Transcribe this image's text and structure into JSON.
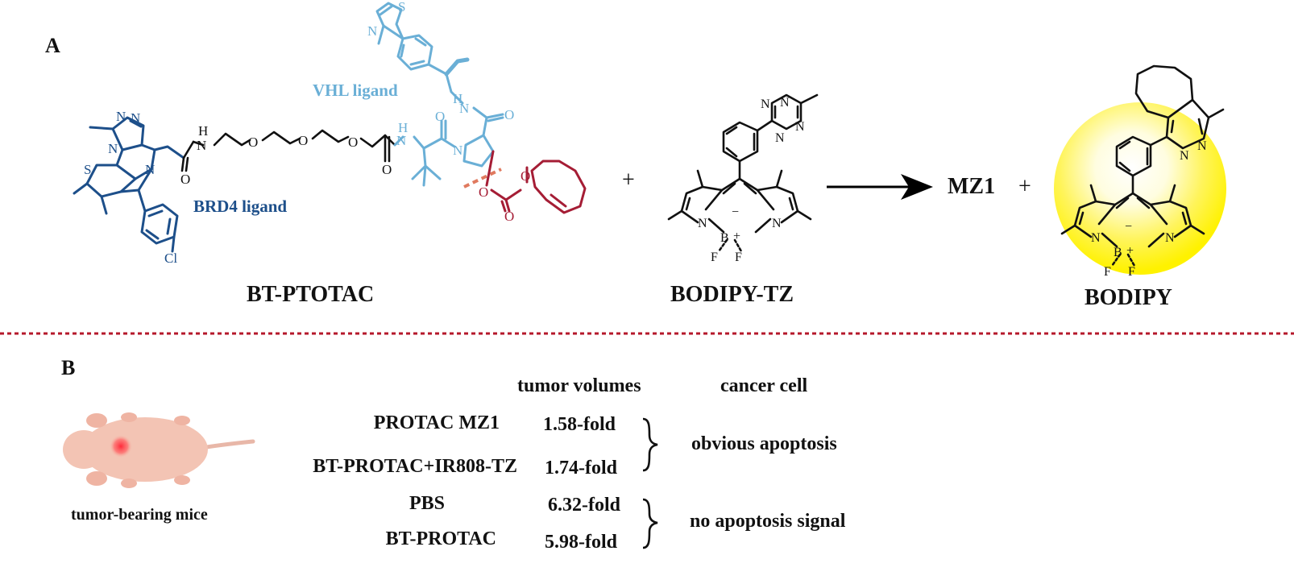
{
  "panel_a": {
    "letter": "A",
    "protac": {
      "name": "BT-PTOTAC",
      "vhl_label": "VHL ligand",
      "brd4_label": "BRD4 ligand"
    },
    "plus_1": "+",
    "tetrazine": {
      "name": "BODIPY-TZ"
    },
    "product_mz1": "MZ1",
    "plus_2": "+",
    "product_bodipy": {
      "name": "BODIPY"
    },
    "colors": {
      "brd4": "#1d4f8a",
      "vhl": "#6aafd6",
      "tco": "#a51d35",
      "cleave": "#e07a5f",
      "glow": "#fff200",
      "divider": "#b5182b"
    }
  },
  "panel_b": {
    "letter": "B",
    "mouse_caption": "tumor-bearing mice",
    "col_headers": [
      "tumor volumes",
      "cancer cell"
    ],
    "rows": [
      {
        "name": "PROTAC MZ1",
        "fold": "1.58-fold"
      },
      {
        "name": "BT-PROTAC+IR808-TZ",
        "fold": "1.74-fold"
      },
      {
        "name": "PBS",
        "fold": "6.32-fold"
      },
      {
        "name": "BT-PROTAC",
        "fold": "5.98-fold"
      }
    ],
    "outcomes": [
      "obvious apoptosis",
      "no apoptosis signal"
    ]
  }
}
